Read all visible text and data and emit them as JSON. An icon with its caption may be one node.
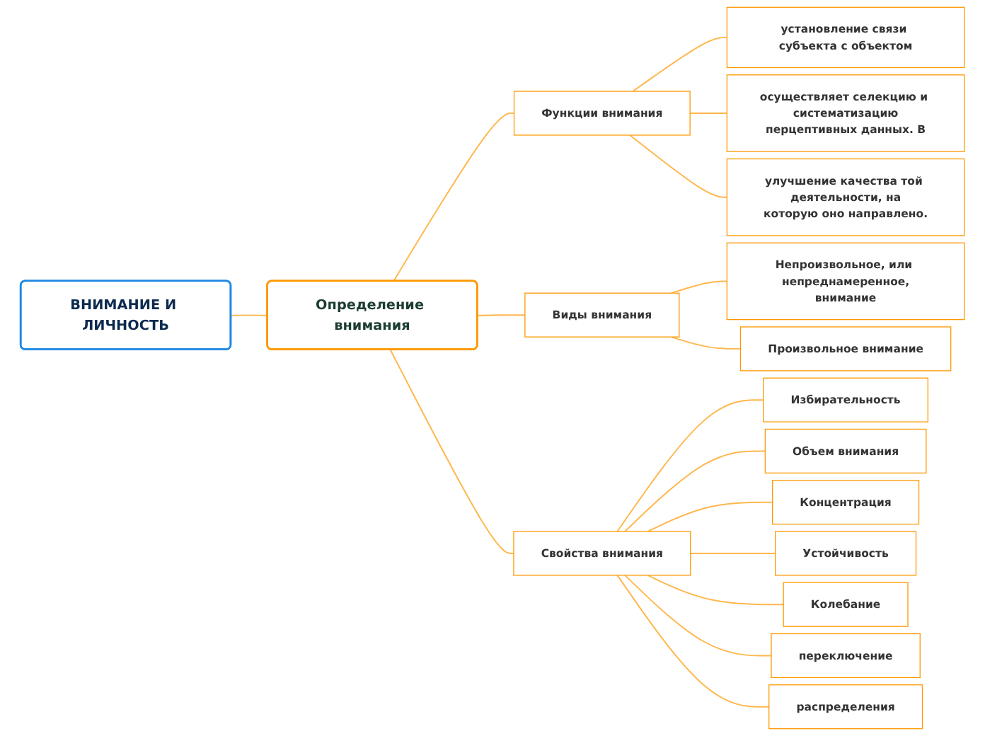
{
  "diagram": {
    "nodes": [
      {
        "text": [
          "ВНИМАНИЕ И ЛИЧНОСТЬ"
        ]
      },
      {
        "text": [
          "Определение внимания"
        ]
      },
      {
        "text": [
          "Функции внимания"
        ]
      },
      {
        "text": [
          "установление связи субъекта с объектом"
        ]
      },
      {
        "text": [
          "осуществляет селекцию и систематизацию перцептивных данных. В"
        ]
      },
      {
        "text": [
          "улучшение качества той деятельности, на которую оно направлено."
        ]
      },
      {
        "text": [
          "Виды внимания"
        ]
      },
      {
        "text": [
          "Непроизвольное, или непреднамеренное, внимание"
        ]
      },
      {
        "text": [
          "Произвольное внимание"
        ]
      },
      {
        "text": [
          "Свойства внимания"
        ]
      },
      {
        "text": [
          "Избирательность"
        ]
      },
      {
        "text": [
          "Объем внимания"
        ]
      },
      {
        "text": [
          "Концентрация"
        ]
      },
      {
        "text": [
          "Устойчивость"
        ]
      },
      {
        "text": [
          "Колебание"
        ]
      },
      {
        "text": [
          "переключение"
        ]
      },
      {
        "text": [
          "распределения"
        ]
      }
    ],
    "edges": [
      {
        "from": 0,
        "to": 1,
        "arrow": "none"
      },
      {
        "from": 1,
        "to": 2,
        "arrow": "none"
      },
      {
        "from": 2,
        "to": 3,
        "arrow": "none"
      },
      {
        "from": 2,
        "to": 4,
        "arrow": "none"
      },
      {
        "from": 2,
        "to": 5,
        "arrow": "none"
      },
      {
        "from": 1,
        "to": 6,
        "arrow": "none"
      },
      {
        "from": 6,
        "to": 7,
        "arrow": "none"
      },
      {
        "from": 6,
        "to": 8,
        "arrow": "none"
      },
      {
        "from": 1,
        "to": 9,
        "arrow": "none"
      },
      {
        "from": 9,
        "to": 10,
        "arrow": "none"
      },
      {
        "from": 9,
        "to": 11,
        "arrow": "none"
      },
      {
        "from": 9,
        "to": 12,
        "arrow": "none"
      },
      {
        "from": 9,
        "to": 13,
        "arrow": "none"
      },
      {
        "from": 9,
        "to": 14,
        "arrow": "none"
      },
      {
        "from": 9,
        "to": 15,
        "arrow": "none"
      },
      {
        "from": 9,
        "to": 16,
        "arrow": "none"
      }
    ]
  }
}
